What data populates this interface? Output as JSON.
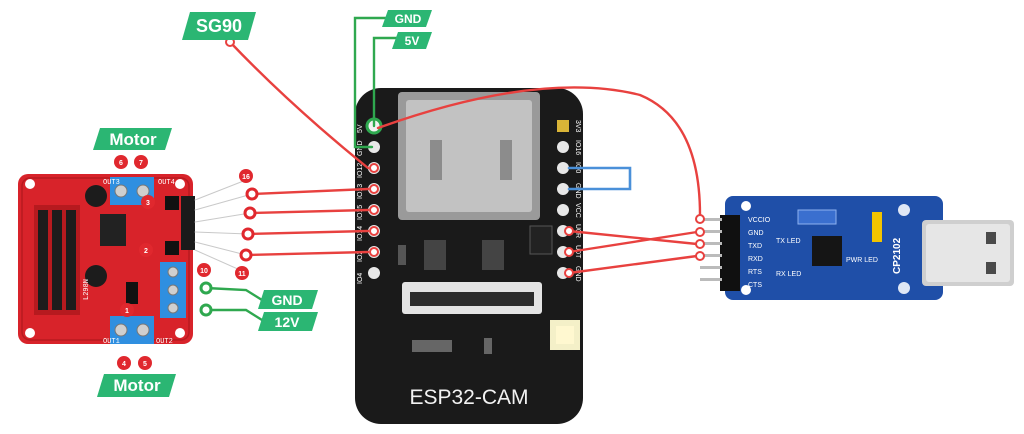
{
  "diagram": {
    "labels": {
      "sg90": "SG90",
      "gnd_top": "GND",
      "v5_top": "5V",
      "motor_top": "Motor",
      "motor_bottom": "Motor",
      "gnd_power": "GND",
      "v12_power": "12V"
    },
    "esp32": {
      "title": "ESP32-CAM",
      "left_pins": [
        "5V",
        "GND",
        "IO12",
        "IO13",
        "IO15",
        "IO14",
        "IO2",
        "IO4"
      ],
      "right_pins": [
        "3V3",
        "IO16",
        "IO0",
        "GND",
        "VCC",
        "U0R",
        "U0T",
        "GND"
      ]
    },
    "l298n": {
      "name": "L298N",
      "out_labels": [
        "OUT1",
        "OUT2",
        "OUT3",
        "OUT4"
      ],
      "badges": [
        "1",
        "2",
        "3",
        "4",
        "5",
        "6",
        "7",
        "10",
        "11",
        "16"
      ]
    },
    "cp2102": {
      "name": "CP2102",
      "pins": [
        "VCCIO",
        "GND",
        "TXD",
        "RXD",
        "RTS",
        "CTS"
      ],
      "leds": [
        "TX LED",
        "RX LED",
        "PWR LED"
      ]
    },
    "colors": {
      "wire_red": "#e8413f",
      "wire_green": "#2fa84f",
      "wire_blue": "#4a90d9",
      "label_green": "#2bb673",
      "badge_red": "#e0282e",
      "board_black": "#1a1a1a",
      "board_red": "#d8232a",
      "board_blue": "#1f4fa8"
    }
  }
}
